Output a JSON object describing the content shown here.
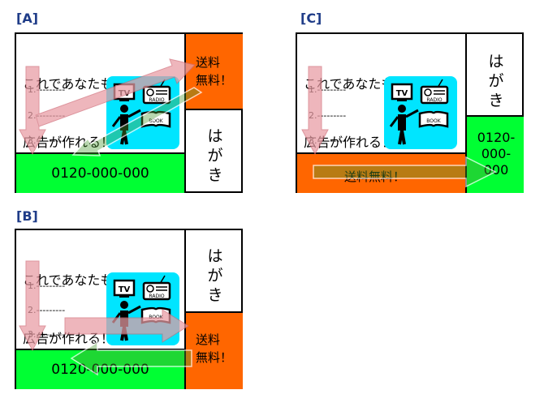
{
  "labels": {
    "a": "[A]",
    "b": "[B]",
    "c": "[C]"
  },
  "ad": {
    "headline_line1": "これであなたも当たる",
    "headline_line2": "広告が作れる！！",
    "items": [
      "1.---------",
      "2.---------",
      "3.---------"
    ],
    "phone": "0120-000-000",
    "phone_c_lines": [
      "0120-",
      "000-",
      "000"
    ],
    "free_shipping_line1": "送料",
    "free_shipping_line2": "無料！",
    "free_shipping_inline": "送料無料！",
    "postcard_chars": [
      "は",
      "が",
      "き"
    ],
    "media": {
      "tv": "TV",
      "radio": "RADIO",
      "book": "BOOK"
    }
  },
  "colors": {
    "green": "#00ff33",
    "orange": "#ff6600",
    "cyan": "#00e5ff",
    "arrow_pink": "#e89ba3",
    "arrow_green": "#4c9a34",
    "label_blue": "#1f3c88"
  },
  "icons": [
    "tv-icon",
    "radio-icon",
    "book-icon",
    "presenter-icon",
    "pointer-icon"
  ]
}
